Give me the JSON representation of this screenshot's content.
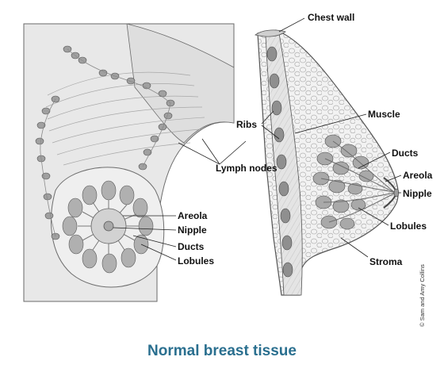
{
  "caption": "Normal breast tissue",
  "credit": "© Sam and Amy Collins",
  "labels": {
    "chest_wall": "Chest wall",
    "muscle": "Muscle",
    "ribs": "Ribs",
    "lymph_nodes": "Lymph nodes",
    "ducts_right": "Ducts",
    "areola_right": "Areola",
    "nipple_right": "Nipple",
    "lobules_right": "Lobules",
    "stroma": "Stroma",
    "areola_left": "Areola",
    "nipple_left": "Nipple",
    "ducts_left": "Ducts",
    "lobules_left": "Lobules"
  },
  "colors": {
    "caption": "#2a6f8f",
    "tissue": "#e6e6e6",
    "tissue_dark": "#bdbdbd",
    "lobule": "#9a9a9a",
    "outline": "#555555"
  }
}
